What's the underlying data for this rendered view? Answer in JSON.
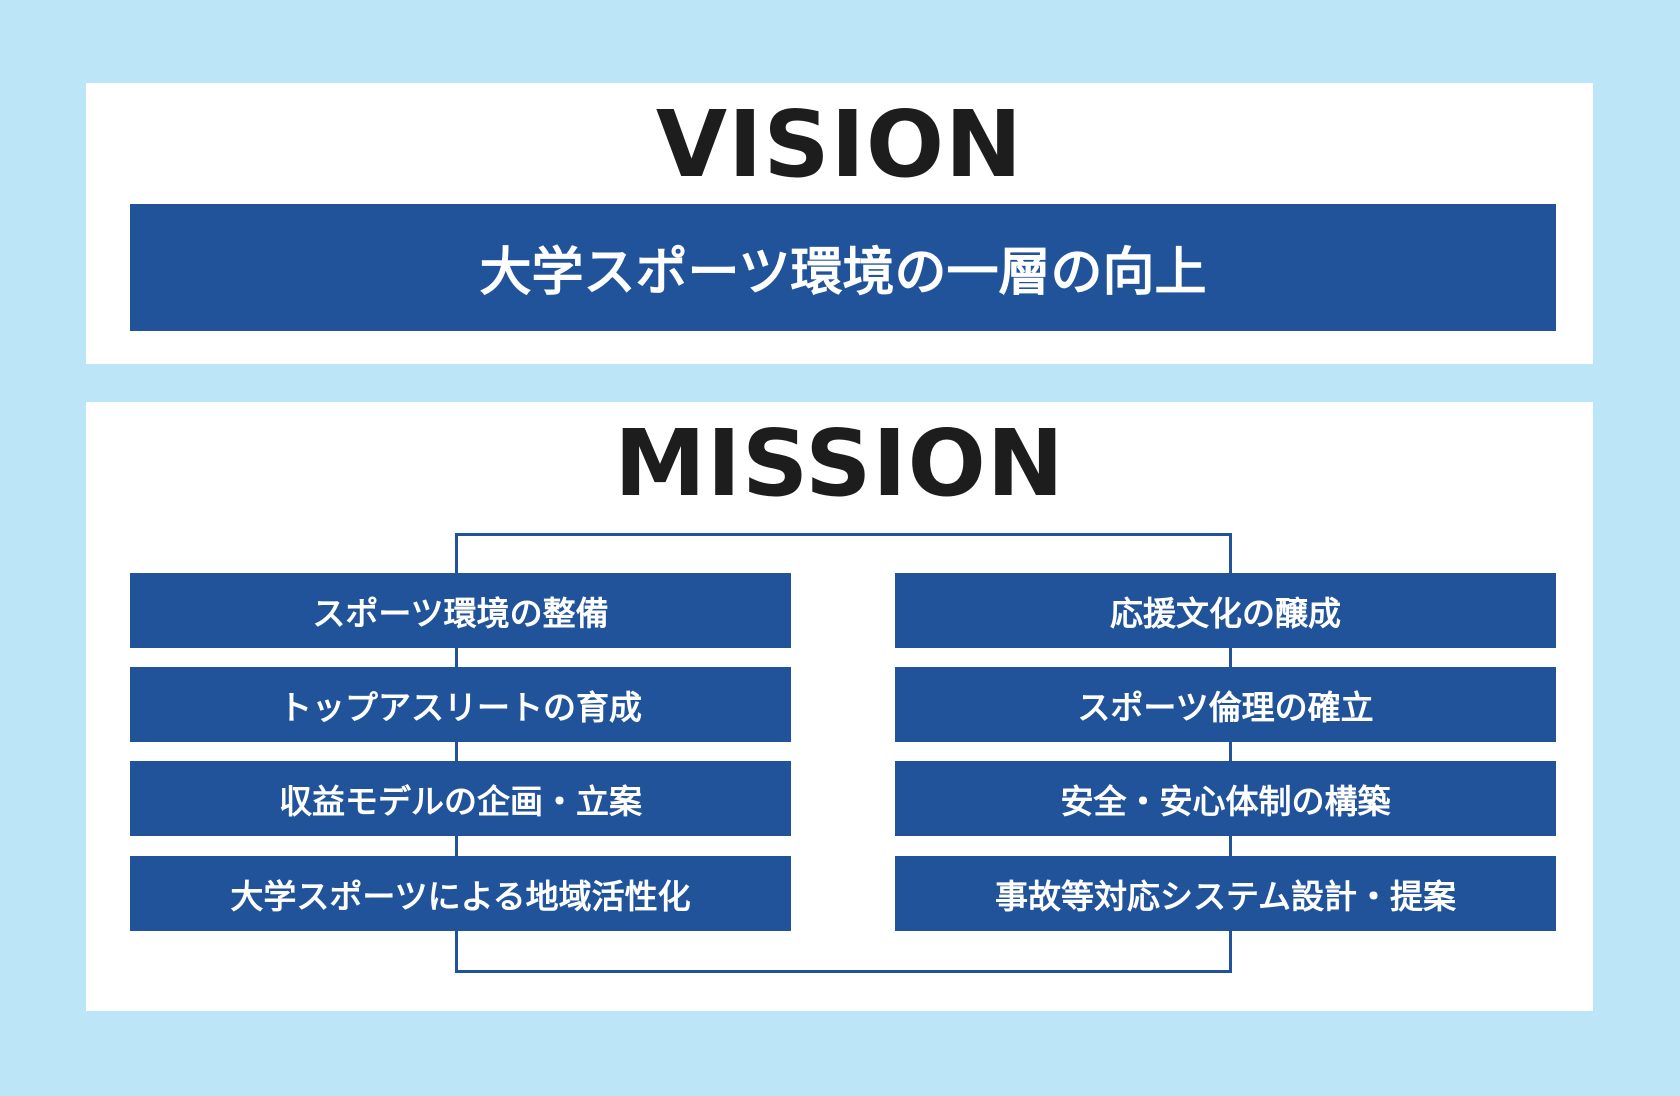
{
  "vision": {
    "heading": "VISION",
    "statement": "大学スポーツ環境の一層の向上"
  },
  "mission": {
    "heading": "MISSION",
    "left_items": [
      "スポーツ環境の整備",
      "トップアスリートの育成",
      "収益モデルの企画・立案",
      "大学スポーツによる地域活性化"
    ],
    "right_items": [
      "応援文化の醸成",
      "スポーツ倫理の確立",
      "安全・安心体制の構築",
      "事故等対応システム設計・提案"
    ]
  },
  "colors": {
    "background": "#bde5f8",
    "panel": "#ffffff",
    "accent_blue": "#21539a",
    "heading_text": "#1d1d1d"
  }
}
